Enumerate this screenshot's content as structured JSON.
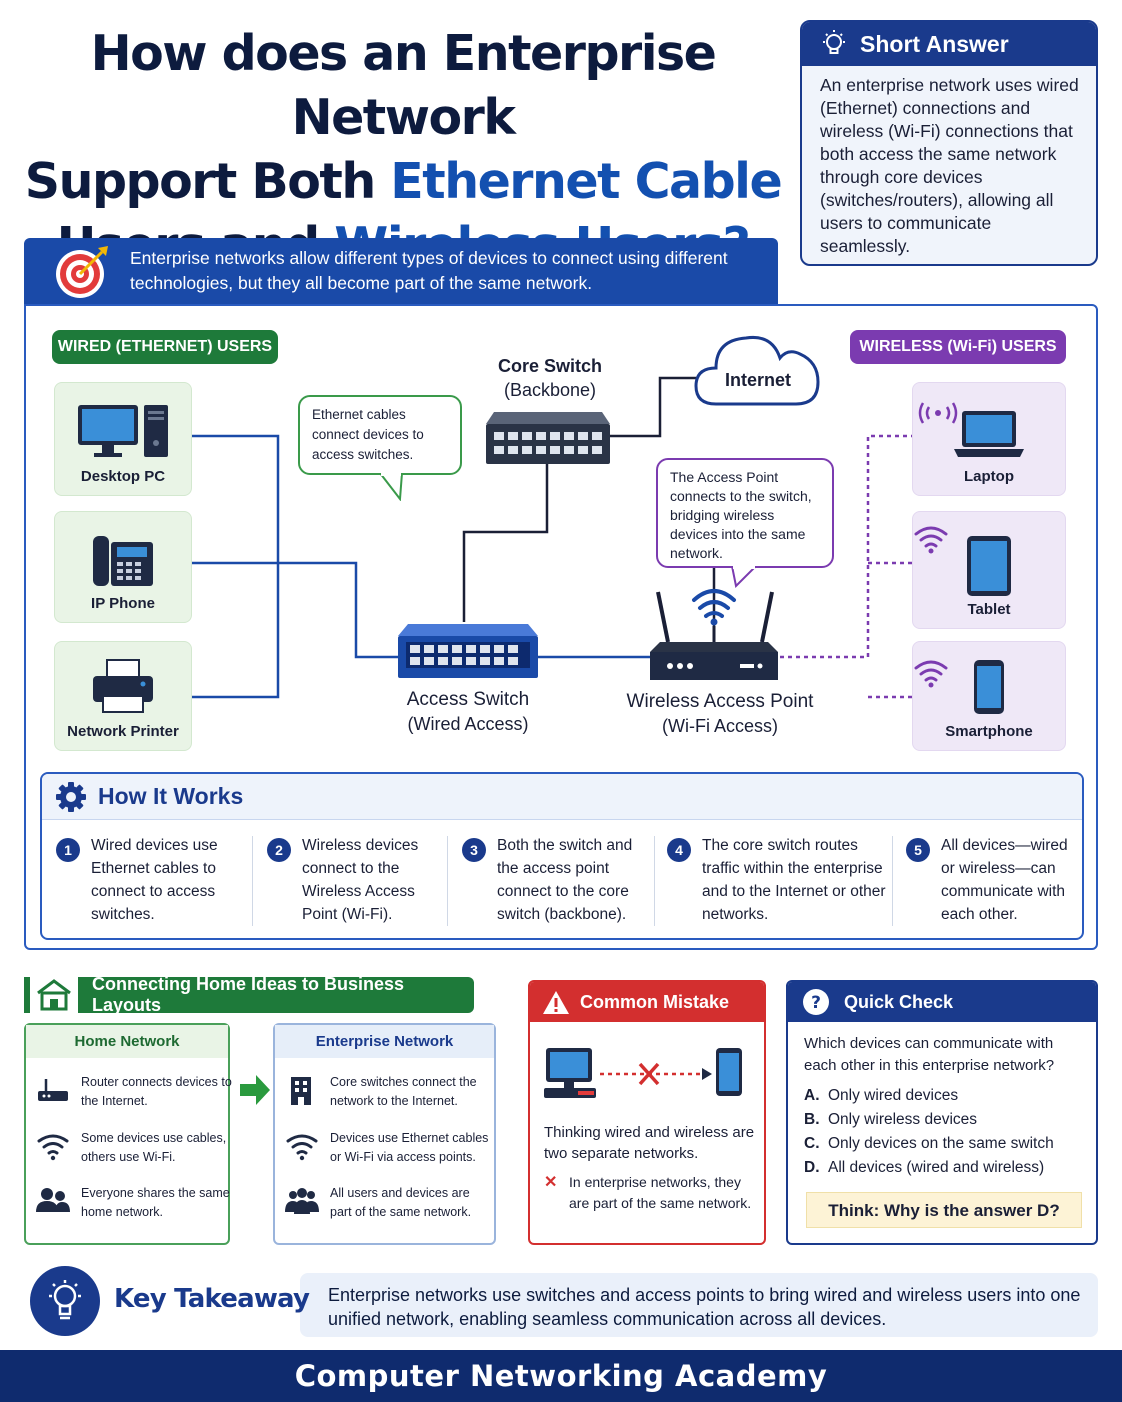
{
  "title": {
    "line1": "How does an Enterprise Network",
    "line2_plain": "Support Both ",
    "line2_highlight": "Ethernet Cable",
    "line3_plain": "Users and ",
    "line3_highlight": "Wireless Users?"
  },
  "short_answer": {
    "heading": "Short Answer",
    "body": "An enterprise network uses wired (Ethernet) connections and wireless (Wi-Fi) connections that both access the same network through core devices (switches/routers), allowing all users to communicate seamlessly."
  },
  "intro": "Enterprise networks allow different types of devices to connect using different technologies, but they all become part of the same network.",
  "diagram": {
    "wired_label": "WIRED (ETHERNET) USERS",
    "wireless_label": "WIRELESS (Wi-Fi) USERS",
    "wired_devices": [
      "Desktop PC",
      "IP Phone",
      "Network Printer"
    ],
    "wireless_devices": [
      "Laptop",
      "Tablet",
      "Smartphone"
    ],
    "core_switch": {
      "name": "Core Switch",
      "sub": "(Backbone)"
    },
    "internet": "Internet",
    "access_switch": {
      "name": "Access Switch",
      "sub": "(Wired Access)"
    },
    "access_point": {
      "name": "Wireless Access Point",
      "sub": "(Wi-Fi Access)"
    },
    "bubble_ethernet": "Ethernet cables connect devices to access switches.",
    "bubble_ap": "The Access Point connects to the switch, bridging wireless devices into the same network.",
    "colors": {
      "wired": "#1e7a3a",
      "wireless": "#7b3bb0",
      "link": "#1a4aa8"
    }
  },
  "how_it_works": {
    "heading": "How It Works",
    "steps": [
      {
        "num": "1",
        "text": "Wired devices use Ethernet cables to connect to access switches."
      },
      {
        "num": "2",
        "text": "Wireless devices connect to the Wireless Access Point (Wi-Fi)."
      },
      {
        "num": "3",
        "text": "Both the switch and the access point connect to the core switch (backbone)."
      },
      {
        "num": "4",
        "text": "The core switch routes traffic within the enterprise and to the Internet or other networks."
      },
      {
        "num": "5",
        "text": "All devices—wired or wireless—can communicate with each other."
      }
    ]
  },
  "connecting": {
    "heading": "Connecting Home Ideas to Business Layouts",
    "home": {
      "title": "Home Network",
      "items": [
        "Router connects devices to the Internet.",
        "Some devices use cables, others use Wi-Fi.",
        "Everyone shares the same home network."
      ]
    },
    "enterprise": {
      "title": "Enterprise Network",
      "items": [
        "Core switches connect the network to the Internet.",
        "Devices use Ethernet cables or Wi-Fi via access points.",
        "All users and devices are part of the same network."
      ]
    }
  },
  "common_mistake": {
    "heading": "Common Mistake",
    "text": "Thinking wired and wireless are two separate networks.",
    "correction": "In enterprise networks, they are part of the same network."
  },
  "quick_check": {
    "heading": "Quick Check",
    "question": "Which devices can communicate with each other in this enterprise network?",
    "options": [
      {
        "letter": "A.",
        "text": "Only wired devices"
      },
      {
        "letter": "B.",
        "text": "Only wireless devices"
      },
      {
        "letter": "C.",
        "text": "Only devices on the same switch"
      },
      {
        "letter": "D.",
        "text": "All devices (wired and wireless)"
      }
    ],
    "think": "Think: Why is the answer D?"
  },
  "key_takeaway": {
    "heading": "Key Takeaway",
    "text": "Enterprise networks use switches and access points to bring wired and wireless users into one unified network, enabling seamless communication across all devices."
  },
  "footer": "Computer Networking Academy"
}
